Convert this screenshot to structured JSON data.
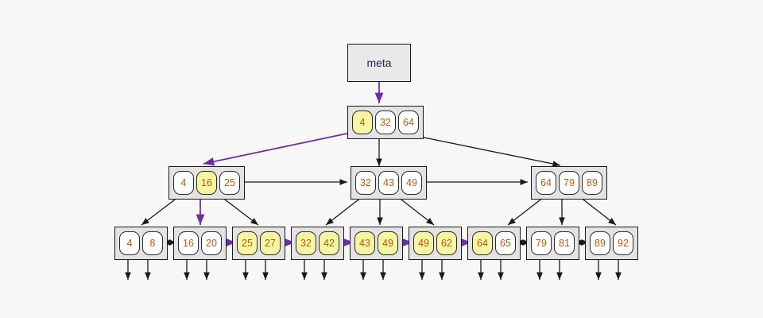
{
  "diagram": {
    "title": "b-plus-tree-scan",
    "colors": {
      "background": "#f7f7f7",
      "node_fill": "#e3e3e3",
      "meta_fill": "#e9e9e9",
      "cell_fill": "#ffffff",
      "highlight_fill": "#f6f5a2",
      "edge_black": "#1a1a1a",
      "edge_purple": "#6f2da8",
      "text_value": "#b05a12",
      "text_label": "#23235b"
    }
  },
  "meta": {
    "label": "meta"
  },
  "root": {
    "name": "root-node",
    "cells": [
      {
        "value": "4",
        "highlight": true
      },
      {
        "value": "32",
        "highlight": false
      },
      {
        "value": "64",
        "highlight": false
      }
    ]
  },
  "internal": [
    {
      "name": "internal-node-left",
      "cells": [
        {
          "value": "4",
          "highlight": false
        },
        {
          "value": "16",
          "highlight": true
        },
        {
          "value": "25",
          "highlight": false
        }
      ]
    },
    {
      "name": "internal-node-middle",
      "cells": [
        {
          "value": "32",
          "highlight": false
        },
        {
          "value": "43",
          "highlight": false
        },
        {
          "value": "49",
          "highlight": false
        }
      ]
    },
    {
      "name": "internal-node-right",
      "cells": [
        {
          "value": "64",
          "highlight": false
        },
        {
          "value": "79",
          "highlight": false
        },
        {
          "value": "89",
          "highlight": false
        }
      ]
    }
  ],
  "leaves": [
    {
      "name": "leaf-node-1",
      "cells": [
        {
          "value": "4",
          "highlight": false
        },
        {
          "value": "8",
          "highlight": false
        }
      ]
    },
    {
      "name": "leaf-node-2",
      "cells": [
        {
          "value": "16",
          "highlight": false
        },
        {
          "value": "20",
          "highlight": false
        }
      ]
    },
    {
      "name": "leaf-node-3",
      "cells": [
        {
          "value": "25",
          "highlight": true
        },
        {
          "value": "27",
          "highlight": true
        }
      ]
    },
    {
      "name": "leaf-node-4",
      "cells": [
        {
          "value": "32",
          "highlight": true
        },
        {
          "value": "42",
          "highlight": true
        }
      ]
    },
    {
      "name": "leaf-node-5",
      "cells": [
        {
          "value": "43",
          "highlight": true
        },
        {
          "value": "49",
          "highlight": true
        }
      ]
    },
    {
      "name": "leaf-node-6",
      "cells": [
        {
          "value": "49",
          "highlight": true
        },
        {
          "value": "62",
          "highlight": true
        }
      ]
    },
    {
      "name": "leaf-node-7",
      "cells": [
        {
          "value": "64",
          "highlight": true
        },
        {
          "value": "65",
          "highlight": false
        }
      ]
    },
    {
      "name": "leaf-node-8",
      "cells": [
        {
          "value": "79",
          "highlight": false
        },
        {
          "value": "81",
          "highlight": false
        }
      ]
    },
    {
      "name": "leaf-node-9",
      "cells": [
        {
          "value": "89",
          "highlight": false
        },
        {
          "value": "92",
          "highlight": false
        }
      ]
    }
  ]
}
